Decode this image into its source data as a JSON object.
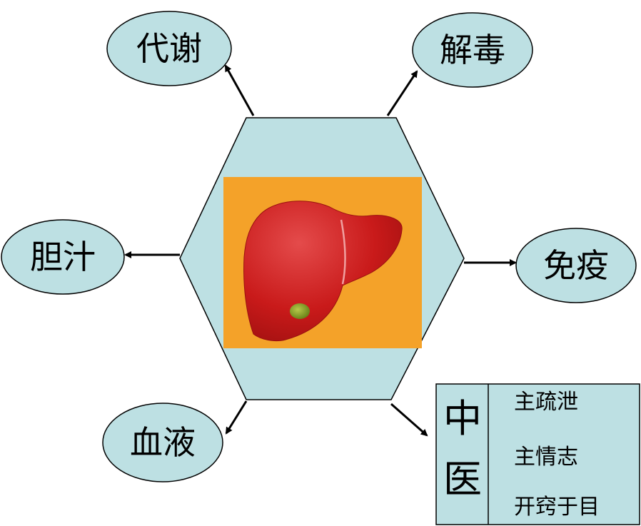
{
  "colors": {
    "shape_fill": "#bde0e3",
    "stroke": "#000000",
    "image_background": "#f4a229",
    "liver": "#c91a1a",
    "liver_highlight": "#e44b4b",
    "gallbladder": "#6f8f1a"
  },
  "nodes": {
    "metabolism": "代谢",
    "detox": "解毒",
    "bile": "胆汁",
    "immunity": "免疫",
    "blood": "血液"
  },
  "tcm_box": {
    "title_top": "中",
    "title_bottom": "医",
    "items": [
      "主疏泄",
      "主情志",
      "开窍于目"
    ]
  },
  "center_image": {
    "icon": "liver-icon"
  }
}
